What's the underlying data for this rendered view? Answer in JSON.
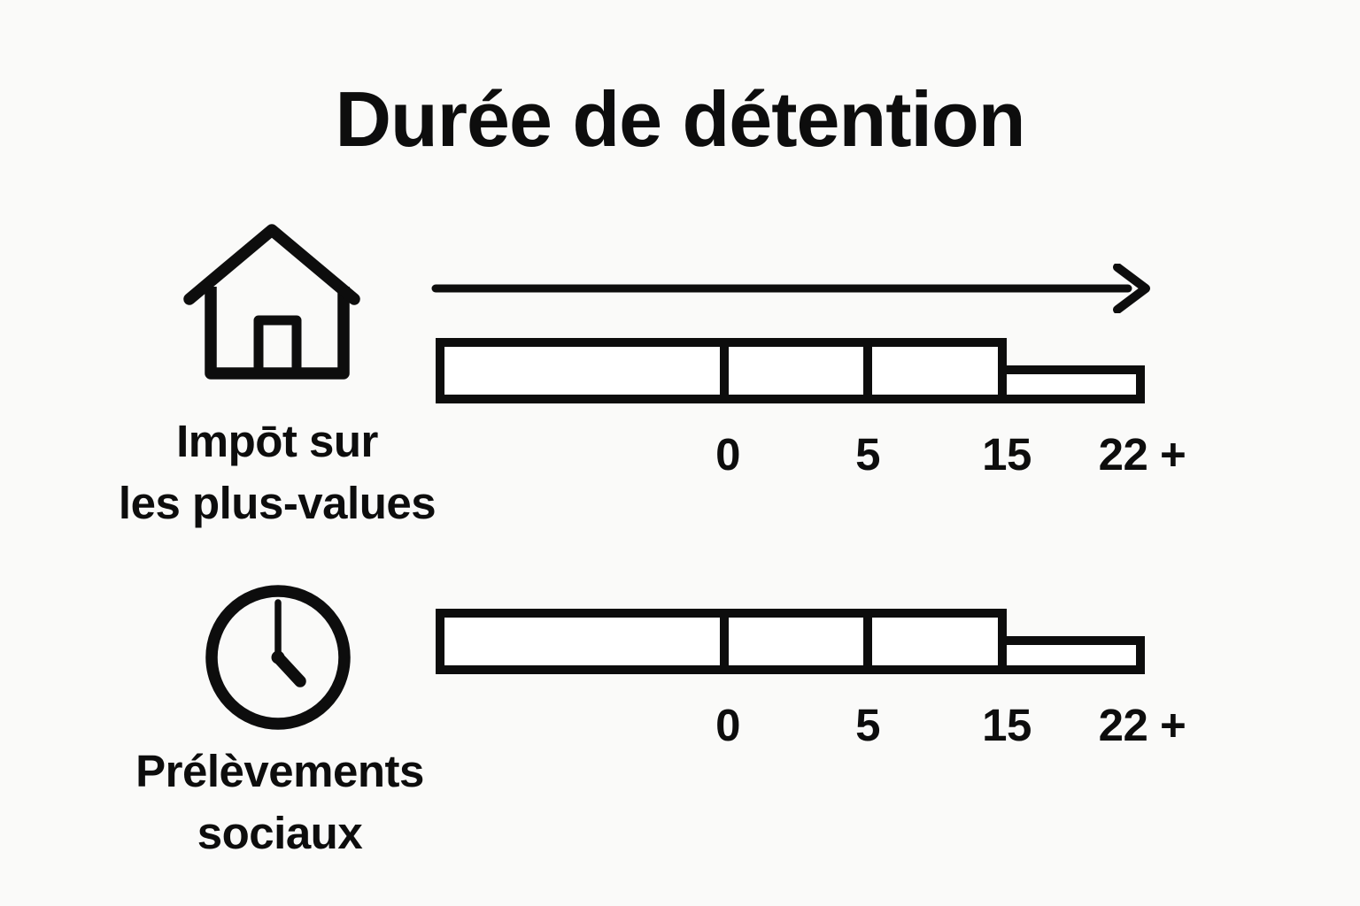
{
  "title": "Durée de détention",
  "colors": {
    "background": "#fafaf9",
    "ink": "#0d0d0d",
    "bar_fill": "#ffffff"
  },
  "timeline": {
    "direction": "right",
    "tick_values": [
      "0",
      "5",
      "15",
      "22 +"
    ]
  },
  "rows": [
    {
      "icon": "house",
      "label_lines": [
        "Impōt sur",
        "les plus-values"
      ],
      "ticks": [
        "0",
        "5",
        "15",
        "22 +"
      ]
    },
    {
      "icon": "clock",
      "label_lines": [
        "Prélèvements",
        "sociaux"
      ],
      "ticks": [
        "0",
        "5",
        "15",
        "22 +"
      ]
    }
  ]
}
